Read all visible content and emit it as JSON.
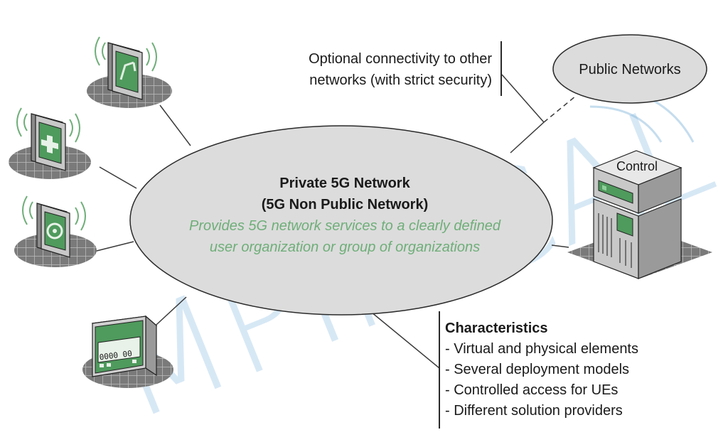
{
  "diagram": {
    "center": {
      "title_line1": "Private 5G Network",
      "title_line2": "(5G Non Public Network)",
      "desc_line1": "Provides 5G network services to a clearly defined",
      "desc_line2": "user organization or group of organizations"
    },
    "optional_note": {
      "line1": "Optional connectivity to other",
      "line2": "networks (with strict security)"
    },
    "public_networks_label": "Public Networks",
    "control_label": "Control",
    "meter_display": "0000 00",
    "characteristics": {
      "heading": "Characteristics",
      "items": [
        "- Virtual and physical elements",
        "- Several deployment models",
        "- Controlled access for UEs",
        "- Different solution providers"
      ]
    },
    "watermark": "MPIRICAL",
    "colors": {
      "ellipse_fill": "#dcdcdc",
      "accent_green": "#6fae79",
      "device_green": "#4f9a5d",
      "watermark_blue": "#8fbfe3"
    }
  }
}
